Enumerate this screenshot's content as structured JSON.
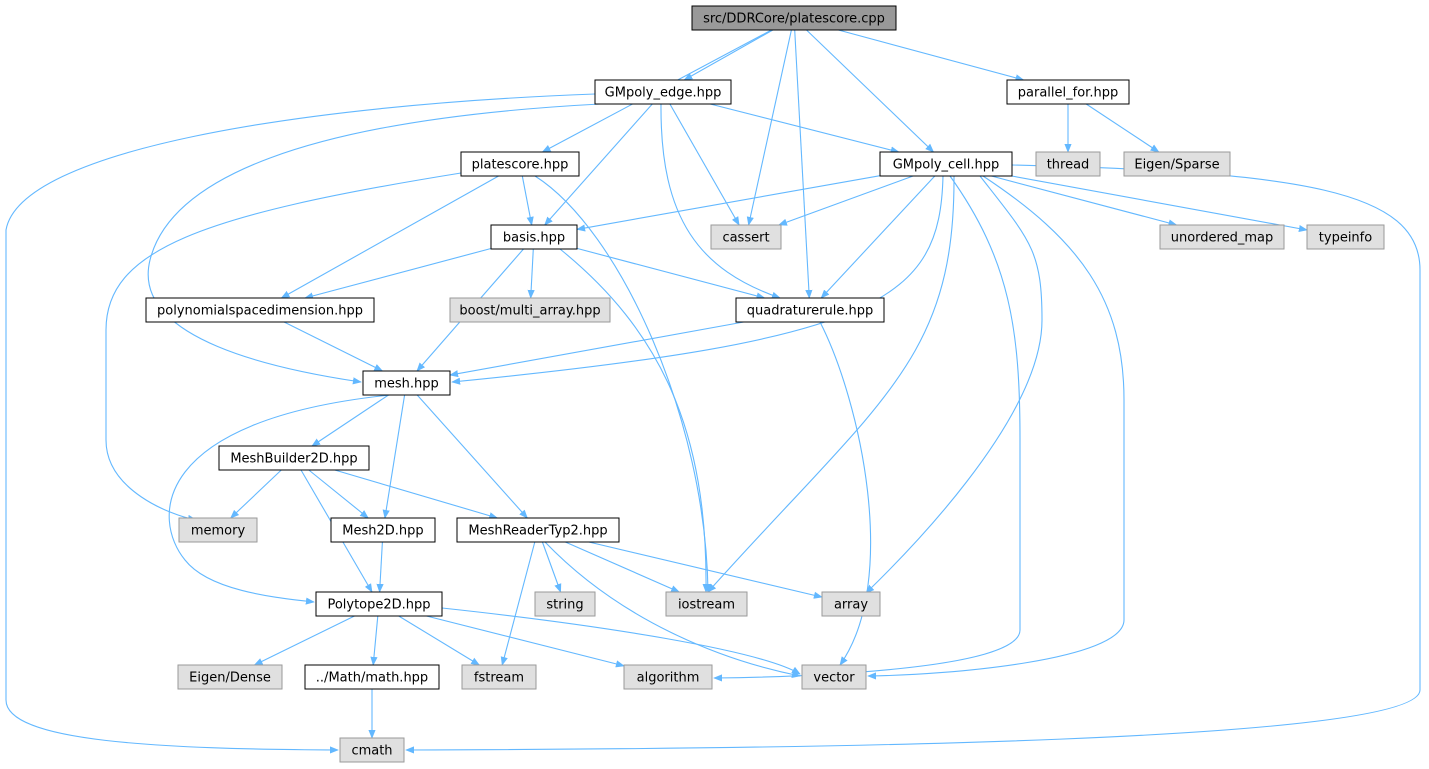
{
  "colors": {
    "edge": "#63b8ff",
    "root_fill": "#999999",
    "local_fill": "#ffffff",
    "external_fill": "#e0e0e0",
    "local_stroke": "#000000",
    "external_stroke": "#999999"
  },
  "nodes": [
    {
      "id": "platescore_cpp",
      "label": "src/DDRCore/platescore.cpp",
      "kind": "root"
    },
    {
      "id": "gmpoly_edge",
      "label": "GMpoly_edge.hpp",
      "kind": "local"
    },
    {
      "id": "parallel_for",
      "label": "parallel_for.hpp",
      "kind": "local"
    },
    {
      "id": "platescore_hpp",
      "label": "platescore.hpp",
      "kind": "local"
    },
    {
      "id": "gmpoly_cell",
      "label": "GMpoly_cell.hpp",
      "kind": "local"
    },
    {
      "id": "thread",
      "label": "thread",
      "kind": "external"
    },
    {
      "id": "eigen_sparse",
      "label": "Eigen/Sparse",
      "kind": "external"
    },
    {
      "id": "basis",
      "label": "basis.hpp",
      "kind": "local"
    },
    {
      "id": "cassert",
      "label": "cassert",
      "kind": "external"
    },
    {
      "id": "unordered_map",
      "label": "unordered_map",
      "kind": "external"
    },
    {
      "id": "typeinfo",
      "label": "typeinfo",
      "kind": "external"
    },
    {
      "id": "polydim",
      "label": "polynomialspacedimension.hpp",
      "kind": "local"
    },
    {
      "id": "boost_multi",
      "label": "boost/multi_array.hpp",
      "kind": "external"
    },
    {
      "id": "quadrule",
      "label": "quadraturerule.hpp",
      "kind": "local"
    },
    {
      "id": "mesh",
      "label": "mesh.hpp",
      "kind": "local"
    },
    {
      "id": "meshbuilder",
      "label": "MeshBuilder2D.hpp",
      "kind": "local"
    },
    {
      "id": "memory",
      "label": "memory",
      "kind": "external"
    },
    {
      "id": "mesh2d",
      "label": "Mesh2D.hpp",
      "kind": "local"
    },
    {
      "id": "meshreader",
      "label": "MeshReaderTyp2.hpp",
      "kind": "local"
    },
    {
      "id": "polytope",
      "label": "Polytope2D.hpp",
      "kind": "local"
    },
    {
      "id": "string",
      "label": "string",
      "kind": "external"
    },
    {
      "id": "iostream",
      "label": "iostream",
      "kind": "external"
    },
    {
      "id": "array",
      "label": "array",
      "kind": "external"
    },
    {
      "id": "eigen_dense",
      "label": "Eigen/Dense",
      "kind": "external"
    },
    {
      "id": "math",
      "label": "../Math/math.hpp",
      "kind": "local"
    },
    {
      "id": "fstream",
      "label": "fstream",
      "kind": "external"
    },
    {
      "id": "algorithm",
      "label": "algorithm",
      "kind": "external"
    },
    {
      "id": "vector",
      "label": "vector",
      "kind": "external"
    },
    {
      "id": "cmath",
      "label": "cmath",
      "kind": "external"
    }
  ],
  "edges": [
    {
      "from": "platescore_cpp",
      "to": "gmpoly_edge"
    },
    {
      "from": "platescore_cpp",
      "to": "platescore_hpp"
    },
    {
      "from": "platescore_cpp",
      "to": "gmpoly_cell"
    },
    {
      "from": "platescore_cpp",
      "to": "parallel_for"
    },
    {
      "from": "platescore_cpp",
      "to": "cassert"
    },
    {
      "from": "platescore_cpp",
      "to": "quadrule"
    },
    {
      "from": "parallel_for",
      "to": "thread"
    },
    {
      "from": "parallel_for",
      "to": "eigen_sparse"
    },
    {
      "from": "gmpoly_edge",
      "to": "gmpoly_cell"
    },
    {
      "from": "gmpoly_edge",
      "to": "basis"
    },
    {
      "from": "gmpoly_edge",
      "to": "cassert"
    },
    {
      "from": "gmpoly_edge",
      "to": "quadrule"
    },
    {
      "from": "gmpoly_edge",
      "to": "mesh"
    },
    {
      "from": "gmpoly_edge",
      "to": "cmath"
    },
    {
      "from": "platescore_hpp",
      "to": "basis"
    },
    {
      "from": "platescore_hpp",
      "to": "polydim"
    },
    {
      "from": "platescore_hpp",
      "to": "iostream"
    },
    {
      "from": "platescore_hpp",
      "to": "memory"
    },
    {
      "from": "gmpoly_cell",
      "to": "basis"
    },
    {
      "from": "gmpoly_cell",
      "to": "cassert"
    },
    {
      "from": "gmpoly_cell",
      "to": "quadrule"
    },
    {
      "from": "gmpoly_cell",
      "to": "mesh"
    },
    {
      "from": "gmpoly_cell",
      "to": "unordered_map"
    },
    {
      "from": "gmpoly_cell",
      "to": "typeinfo"
    },
    {
      "from": "gmpoly_cell",
      "to": "iostream"
    },
    {
      "from": "gmpoly_cell",
      "to": "algorithm"
    },
    {
      "from": "gmpoly_cell",
      "to": "array"
    },
    {
      "from": "gmpoly_cell",
      "to": "vector"
    },
    {
      "from": "gmpoly_cell",
      "to": "cmath"
    },
    {
      "from": "basis",
      "to": "polydim"
    },
    {
      "from": "basis",
      "to": "boost_multi"
    },
    {
      "from": "basis",
      "to": "quadrule"
    },
    {
      "from": "basis",
      "to": "mesh"
    },
    {
      "from": "basis",
      "to": "iostream"
    },
    {
      "from": "polydim",
      "to": "mesh"
    },
    {
      "from": "quadrule",
      "to": "mesh"
    },
    {
      "from": "quadrule",
      "to": "vector"
    },
    {
      "from": "mesh",
      "to": "meshbuilder"
    },
    {
      "from": "mesh",
      "to": "mesh2d"
    },
    {
      "from": "mesh",
      "to": "meshreader"
    },
    {
      "from": "mesh",
      "to": "polytope"
    },
    {
      "from": "meshbuilder",
      "to": "memory"
    },
    {
      "from": "meshbuilder",
      "to": "mesh2d"
    },
    {
      "from": "meshbuilder",
      "to": "meshreader"
    },
    {
      "from": "meshbuilder",
      "to": "polytope"
    },
    {
      "from": "mesh2d",
      "to": "polytope"
    },
    {
      "from": "meshreader",
      "to": "string"
    },
    {
      "from": "meshreader",
      "to": "iostream"
    },
    {
      "from": "meshreader",
      "to": "array"
    },
    {
      "from": "meshreader",
      "to": "fstream"
    },
    {
      "from": "meshreader",
      "to": "vector"
    },
    {
      "from": "polytope",
      "to": "eigen_dense"
    },
    {
      "from": "polytope",
      "to": "math"
    },
    {
      "from": "polytope",
      "to": "fstream"
    },
    {
      "from": "polytope",
      "to": "algorithm"
    },
    {
      "from": "polytope",
      "to": "vector"
    },
    {
      "from": "math",
      "to": "cmath"
    }
  ]
}
